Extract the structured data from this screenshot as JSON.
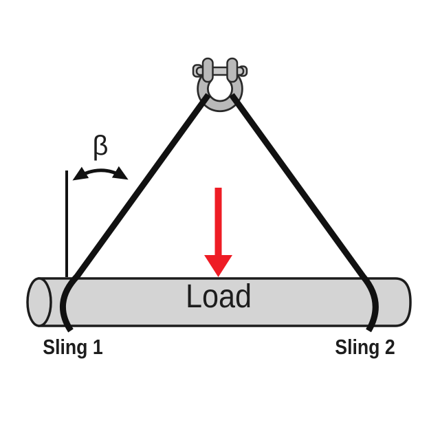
{
  "diagram": {
    "labels": {
      "angle_symbol": "β",
      "load": "Load",
      "sling_1": "Sling 1",
      "sling_2": "Sling 2"
    },
    "colors": {
      "line_black": "#111111",
      "force_arrow_red": "#ee1c25",
      "cylinder_fill": "#d4d4d4",
      "cylinder_stroke": "#1c1c1c",
      "shackle_fill": "#b9b9b9",
      "shackle_pin_fill": "#c9c9c9",
      "shackle_stroke": "#2a2a2a",
      "text": "#1d1d1d",
      "background": "#ffffff"
    }
  }
}
